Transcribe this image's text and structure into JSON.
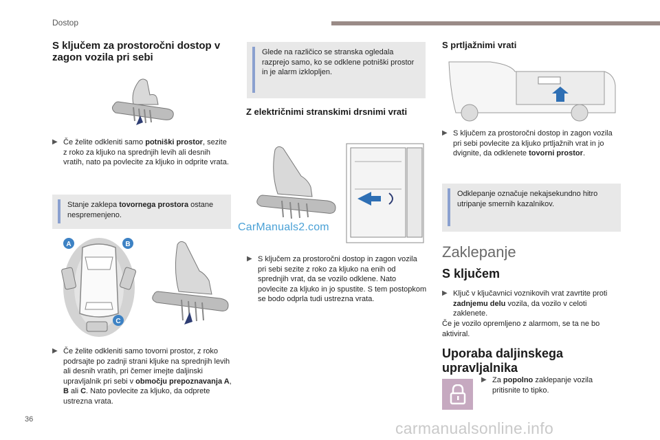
{
  "header": {
    "section": "Dostop"
  },
  "page_number": "36",
  "watermark": "carmanualsonline.info",
  "brand_watermark": "CarManuals2.com",
  "col1": {
    "title": "S ključem za prostoročni dostop v zagon vozila pri sebi",
    "bullet1_pre": "Če želite odkleniti samo ",
    "bullet1_bold": "potniški prostor",
    "bullet1_post": ", sezite z roko za kljuko na sprednjih levih ali desnih vratih, nato pa povlecite za kljuko in odprite vrata.",
    "note_pre": "Stanje zaklepa ",
    "note_bold": "tovornega prostora",
    "note_post": " ostane nespremenjeno.",
    "zone_a": "A",
    "zone_b": "B",
    "zone_c": "C",
    "bullet2_pre": "Če želite odkleniti samo tovorni prostor, z roko podrsajte po zadnji strani kljuke na sprednjih levih ali desnih vratih, pri čemer imejte daljinski upravljalnik pri sebi v ",
    "bullet2_bold": "območju prepoznavanja A",
    "bullet2_comma": ", ",
    "bullet2_b": "B",
    "bullet2_ali": " ali ",
    "bullet2_c": "C",
    "bullet2_post": ". Nato povlecite za kljuko, da odprete ustrezna vrata."
  },
  "col2": {
    "note": "Glede na različico se stranska ogledala razprejo samo, ko se odklene potniški prostor in je alarm izklopljen.",
    "title": "Z električnimi stranskimi drsnimi vrati",
    "bullet": "S ključem za prostoročni dostop in zagon vozila pri sebi sezite z roko za kljuko na enih od sprednjih vrat, da se vozilo odklene. Nato povlecite za kljuko in jo spustite. S tem postopkom se bodo odprla tudi ustrezna vrata."
  },
  "col3": {
    "title": "S prtljažnimi vrati",
    "bullet_pre": "S ključem za prostoročni dostop in zagon vozila pri sebi povlecite za kljuko prtljažnih vrat in jo dvignite, da odklenete ",
    "bullet_bold": "tovorni prostor",
    "bullet_post": ".",
    "note": "Odklepanje označuje nekajsekundno hitro utripanje smernih kazalnikov.",
    "section_title": "Zaklepanje",
    "subtitle": "S ključem",
    "key_bullet_pre": "Ključ v ključavnici voznikovih vrat zavrtite proti ",
    "key_bullet_bold": "zadnjemu delu",
    "key_bullet_post": " vozila, da vozilo v celoti zaklenete.",
    "alarm_text": "Če je vozilo opremljeno z alarmom, se ta ne bo aktiviral.",
    "remote_title": "Uporaba daljinskega upravljalnika",
    "remote_bullet_pre": "Za ",
    "remote_bullet_bold": "popolno",
    "remote_bullet_post": " zaklepanje vozila pritisnite to tipko."
  },
  "colors": {
    "accent_bar": "#9a8b87",
    "note_bg": "#e8e8e8",
    "info_mark": "#8aa0cf",
    "zone_badge": "#3d82c4",
    "lock_button": "#c6a9c0"
  }
}
